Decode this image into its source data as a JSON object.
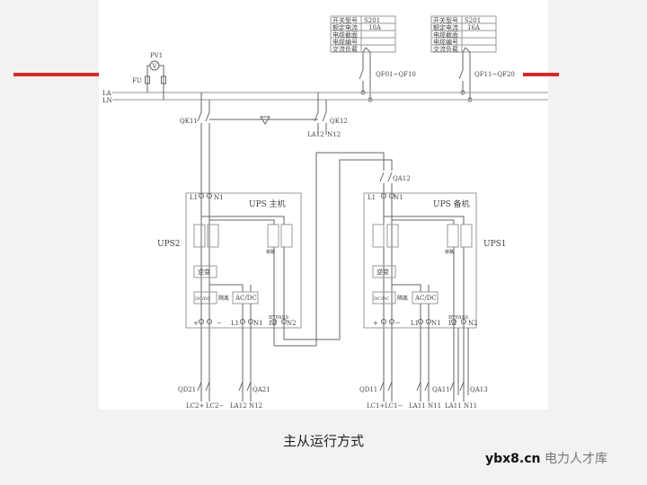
{
  "accent_color": "#d42a2a",
  "tables": [
    {
      "rows": [
        [
          "开关型号",
          "S201"
        ],
        [
          "额定电流",
          "10A"
        ],
        [
          "电缆截面",
          ""
        ],
        [
          "电缆编号",
          ""
        ],
        [
          "交流负载",
          ""
        ]
      ],
      "switch": "QF01~QF10"
    },
    {
      "rows": [
        [
          "开关型号",
          "S201"
        ],
        [
          "额定电流",
          "16A"
        ],
        [
          "电缆截面",
          ""
        ],
        [
          "电缆编号",
          ""
        ],
        [
          "交流负载",
          ""
        ]
      ],
      "switch": "QF11~QF20"
    }
  ],
  "bus": {
    "la": "LA",
    "ln": "LN",
    "fu": "FU",
    "pv": "PV1",
    "pv_symbol": "V"
  },
  "switches": {
    "qk11": "QK11",
    "qk12": "QK12",
    "la12": "LA12",
    "n12": "N12",
    "qa12": "QA12"
  },
  "ups_main": {
    "title": "UPS  主机",
    "name": "UPS2",
    "in": "L1",
    "in_n": "N1",
    "inverter": "逆变",
    "dcdc": "DC/DC",
    "isolation": "隔离",
    "acdc": "AC/DC",
    "plus": "+",
    "minus": "−",
    "l1": "L1",
    "n1": "N1",
    "bypass": "BYPASS",
    "l2": "L2",
    "n2": "N2",
    "bypass_label": "旁路"
  },
  "ups_backup": {
    "title": "UPS  备机",
    "name": "UPS1",
    "in": "L1",
    "in_n": "N1",
    "inverter": "逆变",
    "dcdc": "DC/DC",
    "isolation": "隔离",
    "acdc": "AC/DC",
    "plus": "+",
    "minus": "−",
    "l1": "L1",
    "n1": "N1",
    "bypass": "BYPASS",
    "l2": "L2",
    "n2": "N2",
    "bypass_label": "旁路"
  },
  "outputs": {
    "qd21": "QD21",
    "qa21": "QA21",
    "lc2p": "LC2+",
    "lc2m": "LC2−",
    "la12": "LA12",
    "n12": "N12",
    "qd11": "QD11",
    "qa11": "QA11",
    "qa13": "QA13",
    "lc1p": "LC1+",
    "lc1m": "LC1−",
    "la11a": "LA11",
    "n11a": "N11",
    "la11b": "LA11",
    "n11b": "N11"
  },
  "caption": "主从运行方式",
  "watermark": {
    "site": "ybx8.cn",
    "name": "电力人才库"
  }
}
